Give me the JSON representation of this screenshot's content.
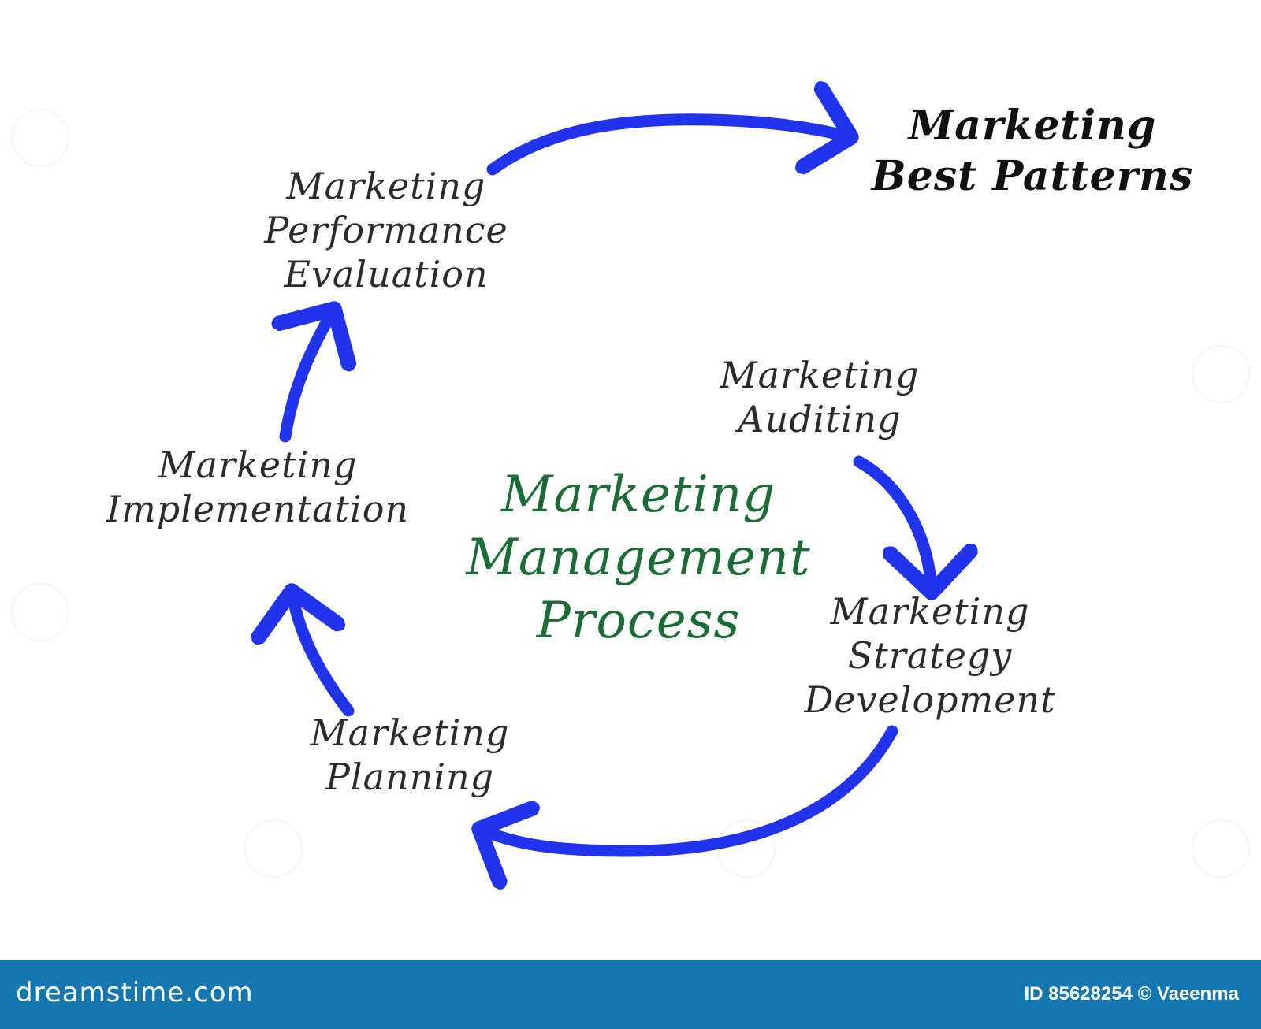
{
  "diagram": {
    "center_title": [
      "Marketing",
      "Management",
      "Process"
    ],
    "nodes": {
      "auditing": [
        "Marketing",
        "Auditing"
      ],
      "strategy": [
        "Marketing",
        "Strategy",
        "Development"
      ],
      "planning": [
        "Marketing",
        "Planning"
      ],
      "implementation": [
        "Marketing",
        "Implementation"
      ],
      "evaluation": [
        "Marketing",
        "Performance",
        "Evaluation"
      ],
      "best_patterns": [
        "Marketing",
        "Best Patterns"
      ]
    },
    "colors": {
      "arrow": "#2233ee",
      "center_text": "#1e6b3a",
      "node_text": "#2b2b2b",
      "footer": "#1477b0"
    }
  },
  "footer": {
    "brand": "dreamstime.com",
    "credit": "ID 85628254 © Vaeenma"
  }
}
